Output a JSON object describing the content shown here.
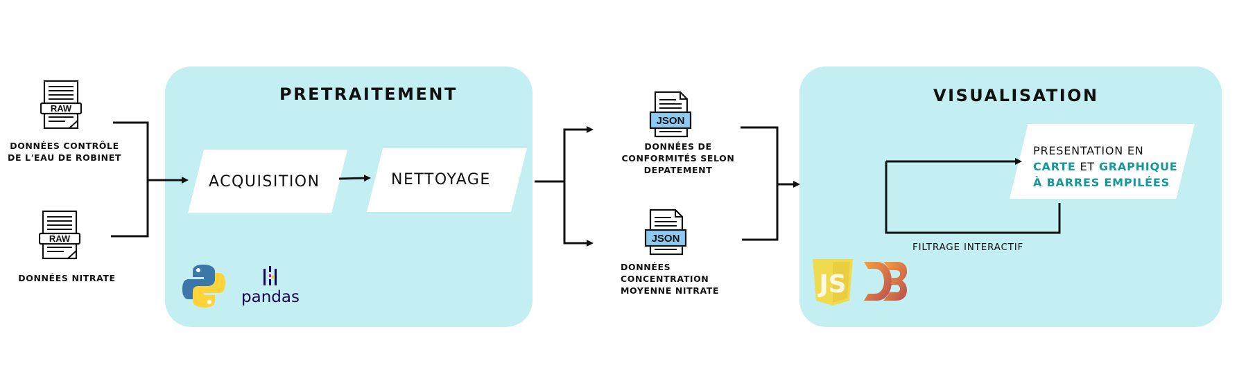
{
  "inputs": {
    "raw_label": "RAW",
    "water_control": [
      "DONNÉES CONTRÔLE",
      "DE L'EAU DE ROBINET"
    ],
    "nitrate": "DONNÉES NITRATE"
  },
  "preprocessing": {
    "title": "PRETRAITEMENT",
    "steps": [
      "ACQUISITION",
      "NETTOYAGE"
    ],
    "pandas_label": "pandas"
  },
  "outputs": {
    "json_label": "JSON",
    "conformity": [
      "DONNÉES DE",
      "CONFORMITÉS SELON",
      "DEPATEMENT"
    ],
    "nitrate_avg": [
      "DONNÉES CONCENTRATION",
      "MOYENNE NITRATE"
    ]
  },
  "visualisation": {
    "title": "VISUALISATION",
    "presentation_line1": "PRESENTATION EN",
    "carte": "CARTE",
    "et": "ET",
    "graphique": "GRAPHIQUE",
    "barres": "À BARRES EMPILÉES",
    "filter_label": "FILTRAGE INTERACTIF",
    "js_label": "JS",
    "d3_label": "D3"
  },
  "colors": {
    "panel": "#c3eef2",
    "accent_teal": "#14989c",
    "json_blue": "#8ec9ef",
    "js_yellow": "#f0db4f",
    "d3_orange": "#f89d42",
    "python_blue": "#3b77a8",
    "python_yellow": "#ffd43b",
    "pandas_navy": "#150458"
  }
}
